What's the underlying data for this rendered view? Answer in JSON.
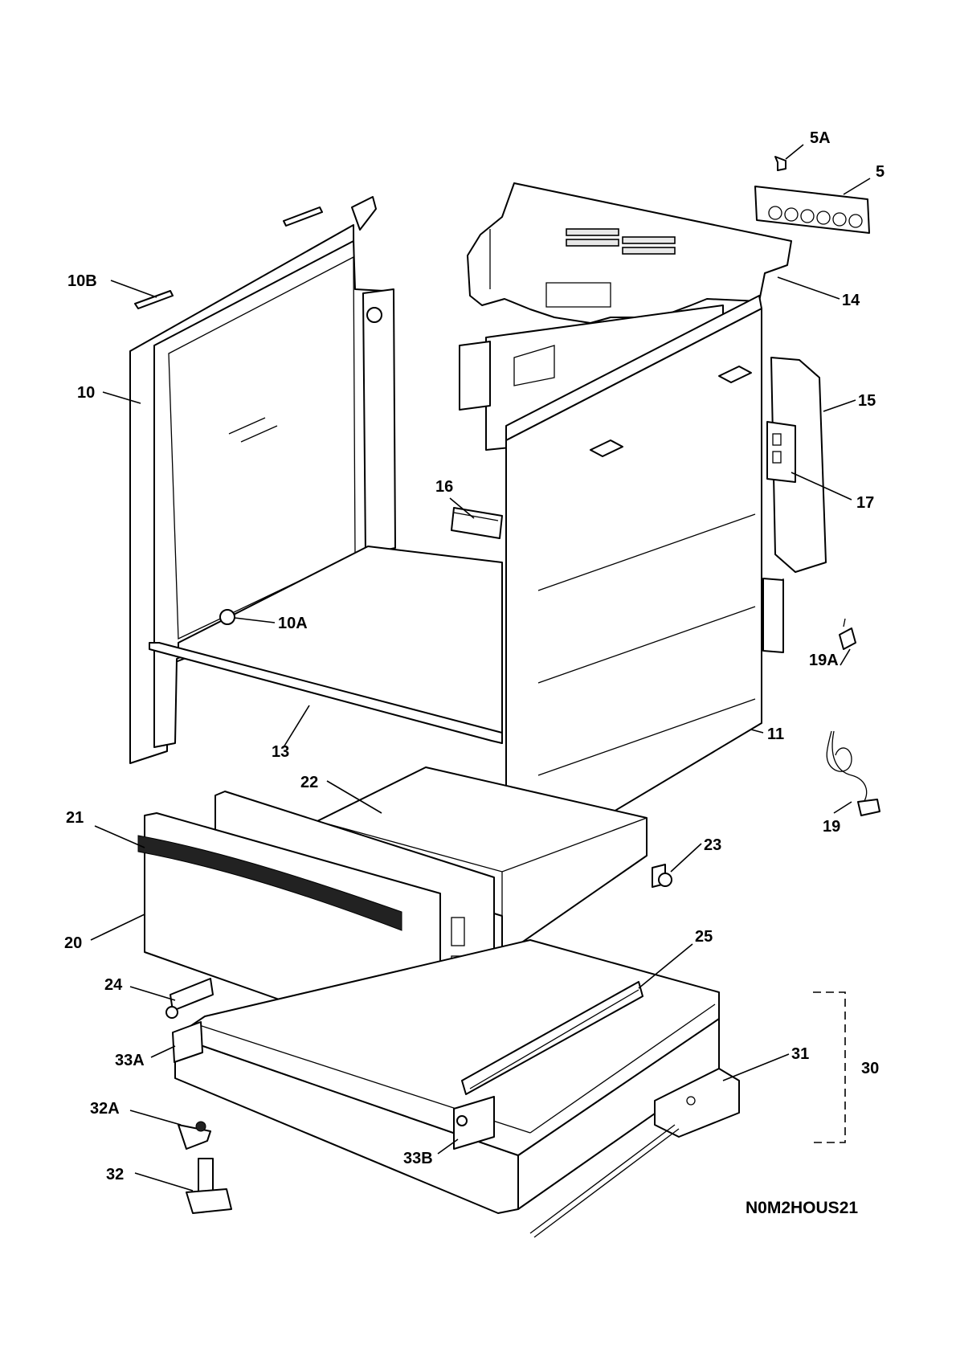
{
  "diagram_code": "N0M2HOUS21",
  "callouts": {
    "c5A": "5A",
    "c5": "5",
    "c10B": "10B",
    "c14": "14",
    "c10": "10",
    "c15": "15",
    "c16": "16",
    "c17": "17",
    "c10A": "10A",
    "c19A": "19A",
    "c11": "11",
    "c13": "13",
    "c22": "22",
    "c19": "19",
    "c21": "21",
    "c23": "23",
    "c20": "20",
    "c25": "25",
    "c24": "24",
    "c31": "31",
    "c30": "30",
    "c33A": "33A",
    "c32A": "32A",
    "c33B": "33B",
    "c32": "32"
  }
}
